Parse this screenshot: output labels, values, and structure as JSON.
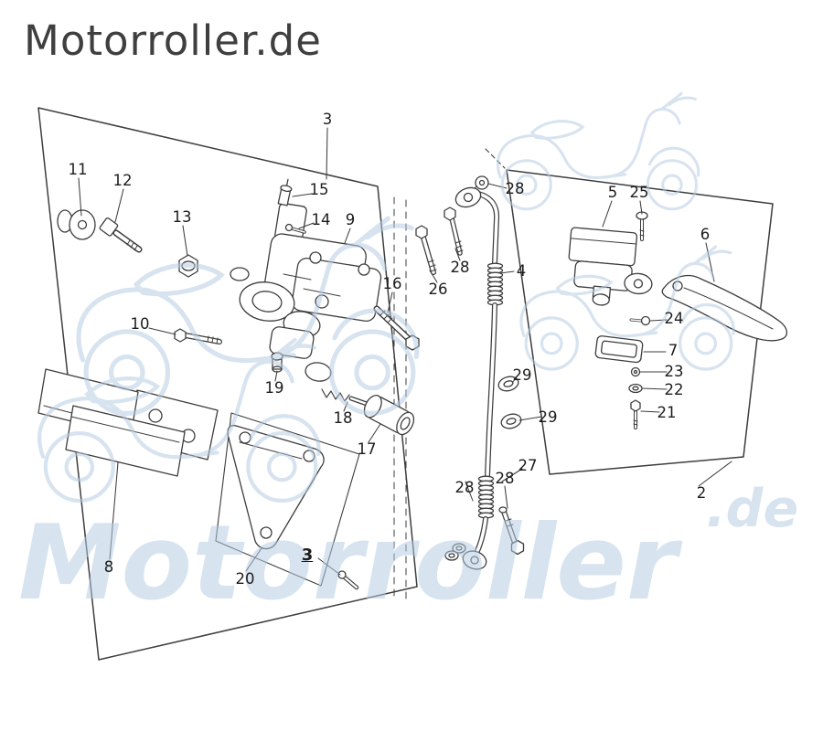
{
  "branding": {
    "logo_text": "Motorroller.de"
  },
  "watermark": {
    "word": "Motorroller",
    "domain_suffix": ".de"
  },
  "colors": {
    "background": "#ffffff",
    "line": "#3d3d3d",
    "label": "#1c1c1c",
    "logo": "#3f3f3f",
    "watermark": "#b4cbe2"
  },
  "diagram": {
    "description": "Exploded parts diagram of scooter brake system: caliper, brake pads, brake hose, master cylinder and brake lever",
    "callouts": [
      {
        "label": "3"
      },
      {
        "label": "11"
      },
      {
        "label": "12"
      },
      {
        "label": "13"
      },
      {
        "label": "15"
      },
      {
        "label": "14"
      },
      {
        "label": "9"
      },
      {
        "label": "16"
      },
      {
        "label": "10"
      },
      {
        "label": "19"
      },
      {
        "label": "18"
      },
      {
        "label": "17"
      },
      {
        "label": "8"
      },
      {
        "label": "20"
      },
      {
        "label": "3"
      },
      {
        "label": "26"
      },
      {
        "label": "28"
      },
      {
        "label": "28"
      },
      {
        "label": "4"
      },
      {
        "label": "29"
      },
      {
        "label": "29"
      },
      {
        "label": "27"
      },
      {
        "label": "28"
      },
      {
        "label": "28"
      },
      {
        "label": "5"
      },
      {
        "label": "25"
      },
      {
        "label": "6"
      },
      {
        "label": "24"
      },
      {
        "label": "7"
      },
      {
        "label": "23"
      },
      {
        "label": "22"
      },
      {
        "label": "21"
      },
      {
        "label": "2"
      }
    ]
  }
}
